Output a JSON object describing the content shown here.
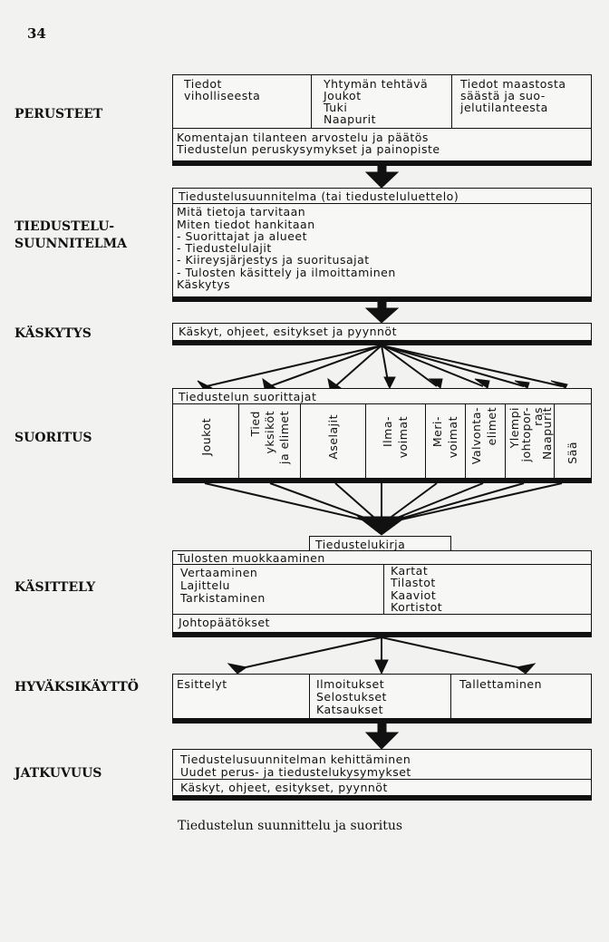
{
  "page_number": "34",
  "stages": {
    "perusteet": "PERUSTEET",
    "suunnitelma_1": "TIEDUSTELU-",
    "suunnitelma_2": "SUUNNITELMA",
    "kaskytys": "KÄSKYTYS",
    "suoritus": "SUORITUS",
    "kasittely": "KÄSITTELY",
    "hyvaksikaytto": "HYVÄKSIKÄYTTÖ",
    "jatkuvuus": "JATKUVUUS"
  },
  "perusteet": {
    "col1_l1": "Tiedot",
    "col1_l2": "viholliseesta",
    "col2_l1": "Yhtymän tehtävä",
    "col2_l2": "Joukot",
    "col2_l3": "Tuki",
    "col2_l4": "Naapurit",
    "col3_l1": "Tiedot maastosta",
    "col3_l2": "säästä ja suo-",
    "col3_l3": "jelutilanteesta",
    "row1": "Komentajan tilanteen arvostelu ja päätös",
    "row2": "Tiedustelun peruskysymykset ja painopiste"
  },
  "suunnitelma": {
    "title": "Tiedustelusuunnitelma (tai tiedusteluluettelo)",
    "l1": "Mitä tietoja tarvitaan",
    "l2": "Miten tiedot hankitaan",
    "l3": "- Suorittajat ja alueet",
    "l4": "- Tiedustelulajit",
    "l5": "- Kiireysjärjestys ja suoritusajat",
    "l6": "- Tulosten käsittely ja ilmoittaminen",
    "l7": "Käskytys"
  },
  "kaskytys": {
    "text": "Käskyt, ohjeet, esitykset ja pyynnöt"
  },
  "suoritus": {
    "title": "Tiedustelun suorittajat",
    "columns": [
      "Joukot",
      "Tied yksiköt ja elimet",
      "Aselajit",
      "Ilma-voimat",
      "Meri-voimat",
      "Valvonta-elimet",
      "Ylempi johtopor-ras Naapurit",
      "Sää"
    ],
    "col1": "Joukot",
    "col2a": "Tied",
    "col2b": "yksiköt",
    "col2c": "ja elimet",
    "col3": "Aselajit",
    "col4a": "Ilma-",
    "col4b": "voimat",
    "col5a": "Meri-",
    "col5b": "voimat",
    "col6a": "Valvonta-",
    "col6b": "elimet",
    "col7a": "Ylempi",
    "col7b": "johtopor-",
    "col7c": "ras",
    "col7d": "Naapurit",
    "col8": "Sää"
  },
  "kasittely": {
    "tab": "Tiedustelukirja",
    "title": "Tulosten muokkaaminen",
    "left_l1": "Vertaaminen",
    "left_l2": "Lajittelu",
    "left_l3": "Tarkistaminen",
    "right_l1": "Kartat",
    "right_l2": "Tilastot",
    "right_l3": "Kaaviot",
    "right_l4": "Kortistot",
    "bottom": "Johtopäätökset"
  },
  "hyvaksikaytto": {
    "col1": "Esittelyt",
    "col2_l1": "Ilmoitukset",
    "col2_l2": "Selostukset",
    "col2_l3": "Katsaukset",
    "col3": "Tallettaminen"
  },
  "jatkuvuus": {
    "l1": "Tiedustelusuunnitelman kehittäminen",
    "l2": "Uudet perus- ja tiedustelukysymykset",
    "l3": "Käskyt, ohjeet, esitykset, pyynnöt"
  },
  "caption": "Tiedustelun suunnittelu ja suoritus"
}
